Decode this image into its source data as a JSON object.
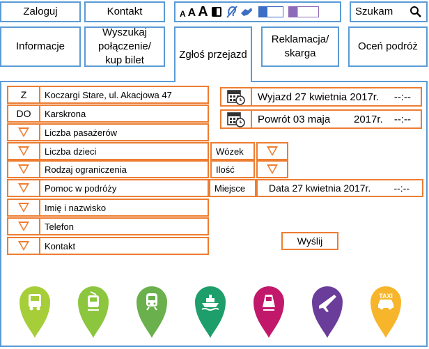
{
  "nav": {
    "login": "Zaloguj",
    "contact": "Kontakt",
    "search": "Szukam",
    "info": "Informacje",
    "find": "Wyszukaj połączenie/ kup bilet",
    "report": "Zgłoś przejazd",
    "complaint": "Reklamacja/ skarga",
    "rate": "Oceń podróż"
  },
  "accessibility": {
    "font_small": "A",
    "font_medium": "A",
    "font_large": "A"
  },
  "form": {
    "from_label": "Z",
    "from_value": "Koczargi Stare, ul. Akacjowa 47",
    "to_label": "DO",
    "to_value": "Karskrona",
    "passengers": "Liczba pasażerów",
    "children": "Liczba dzieci",
    "restriction": "Rodzaj ograniczenia",
    "assistance": "Pomoc w podróży",
    "name": "Imię i nazwisko",
    "phone": "Telefon",
    "contact": "Kontakt",
    "wheelchair": "Wózek",
    "quantity": "Ilość",
    "place": "Miejsce",
    "place_date": "Data 27 kwietnia 2017r.",
    "place_time": "--:--",
    "departure": "Wyjazd 27 kwietnia 2017r.",
    "departure_time": "--:--",
    "return_label": "Powrót 03 maja",
    "return_year": "2017r.",
    "return_time": "--:--",
    "send": "Wyślij"
  },
  "transport": {
    "items": [
      {
        "name": "bus",
        "color": "#a6ce39"
      },
      {
        "name": "tram",
        "color": "#8cc63f"
      },
      {
        "name": "train",
        "color": "#6ab04c"
      },
      {
        "name": "ferry",
        "color": "#1e9e6a"
      },
      {
        "name": "rail",
        "color": "#c2186b"
      },
      {
        "name": "plane",
        "color": "#6a3d9a"
      },
      {
        "name": "taxi",
        "color": "#f7b52c",
        "label": "TAXI"
      }
    ]
  }
}
